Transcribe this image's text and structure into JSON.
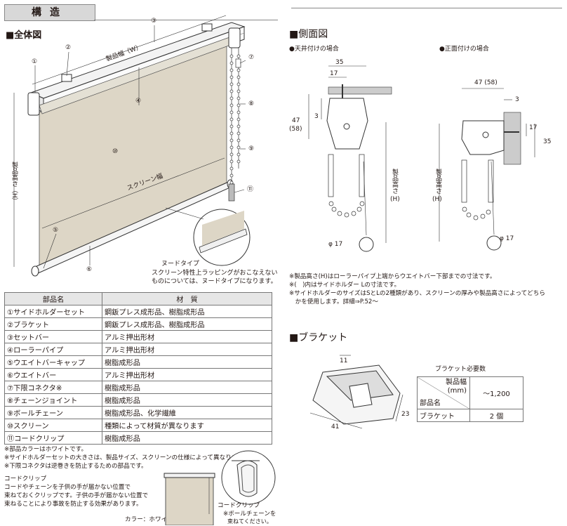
{
  "header": {
    "title": "構造"
  },
  "overall": {
    "section_label": "■全体図",
    "callouts": [
      "①",
      "②",
      "③",
      "④",
      "⑤",
      "⑥",
      "⑦",
      "⑧",
      "⑨",
      "⑩",
      "⑪"
    ],
    "product_width_label": "製品幅（W）",
    "screen_width_label": "スクリーン幅",
    "product_height_label": "製品高さ（H）",
    "nude_title": "ヌードタイプ",
    "nude_desc_1": "スクリーン特性上ラッピングがおこなえない",
    "nude_desc_2": "ものについては、ヌードタイプになります。"
  },
  "parts_table": {
    "headers": [
      "部品名",
      "材　質"
    ],
    "rows": [
      [
        "①サイドホルダーセット",
        "鋼鈑プレス成形品、樹脂成形品"
      ],
      [
        "②ブラケット",
        "鋼鈑プレス成形品、樹脂成形品"
      ],
      [
        "③セットバー",
        "アルミ押出形材"
      ],
      [
        "④ローラーパイプ",
        "アルミ押出形材"
      ],
      [
        "⑤ウエイトバーキャップ",
        "樹脂成形品"
      ],
      [
        "⑥ウエイトバー",
        "アルミ押出形材"
      ],
      [
        "⑦下限コネクタ※",
        "樹脂成形品"
      ],
      [
        "⑧チェーンジョイント",
        "樹脂成形品"
      ],
      [
        "⑨ボールチェーン",
        "樹脂成形品、化学繊維"
      ],
      [
        "⑩スクリーン",
        "種類によって材質が異なります"
      ],
      [
        "⑪コードクリップ",
        "樹脂成形品"
      ]
    ]
  },
  "parts_notes": [
    "※部品カラーはホワイトです。",
    "※サイドホルダーセットの大きさは、製品サイズ、スクリーンの仕様によって異なります。",
    "※下限コネクタは逆巻きを防止するための部品です。"
  ],
  "cord_clip": {
    "title": "コードクリップ",
    "desc": [
      "コードやチェーンを子供の手が届かない位置で",
      "束ねておくクリップです。子供の手が届かない位置で",
      "束ねることにより事故を防止する効果があります。"
    ],
    "color": "カラー：ホワイト",
    "label": "コードクリップ",
    "note_1": "※ボールチェーンを",
    "note_2": "束ねてください。"
  },
  "side_view": {
    "section_label": "■側面図",
    "ceiling_label": "●天井付けの場合",
    "front_label": "●正面付けの場合",
    "dims_ceiling": [
      "35",
      "17",
      "3",
      "47",
      "(58)",
      "φ 17"
    ],
    "dims_front": [
      "47 (58)",
      "3",
      "17",
      "35",
      "φ 17"
    ],
    "height_label": "製品高さ",
    "height_symbol": "(H)",
    "notes": [
      "※製品高さ(H)はローラーパイプ上端からウエイトバー下部までの寸法です。",
      "※(　)内はサイドホルダー Lの寸法です。",
      "※サイドホルダーのサイズはSとLの2種類があり、スクリーンの厚みや製品高さによってどちら",
      "　かを使用します。詳細⇒P.52～"
    ]
  },
  "bracket": {
    "section_label": "■ブラケット",
    "dims": [
      "11",
      "41",
      "23"
    ],
    "req_title": "ブラケット必要数",
    "width_head": "製品幅",
    "width_unit": "(mm)",
    "part_head": "部品名",
    "range": "～1,200",
    "part": "ブラケット",
    "qty": "2 個"
  },
  "colors": {
    "screen": "#ddd6c6",
    "line": "#231815",
    "header": "#d8d8d8"
  }
}
